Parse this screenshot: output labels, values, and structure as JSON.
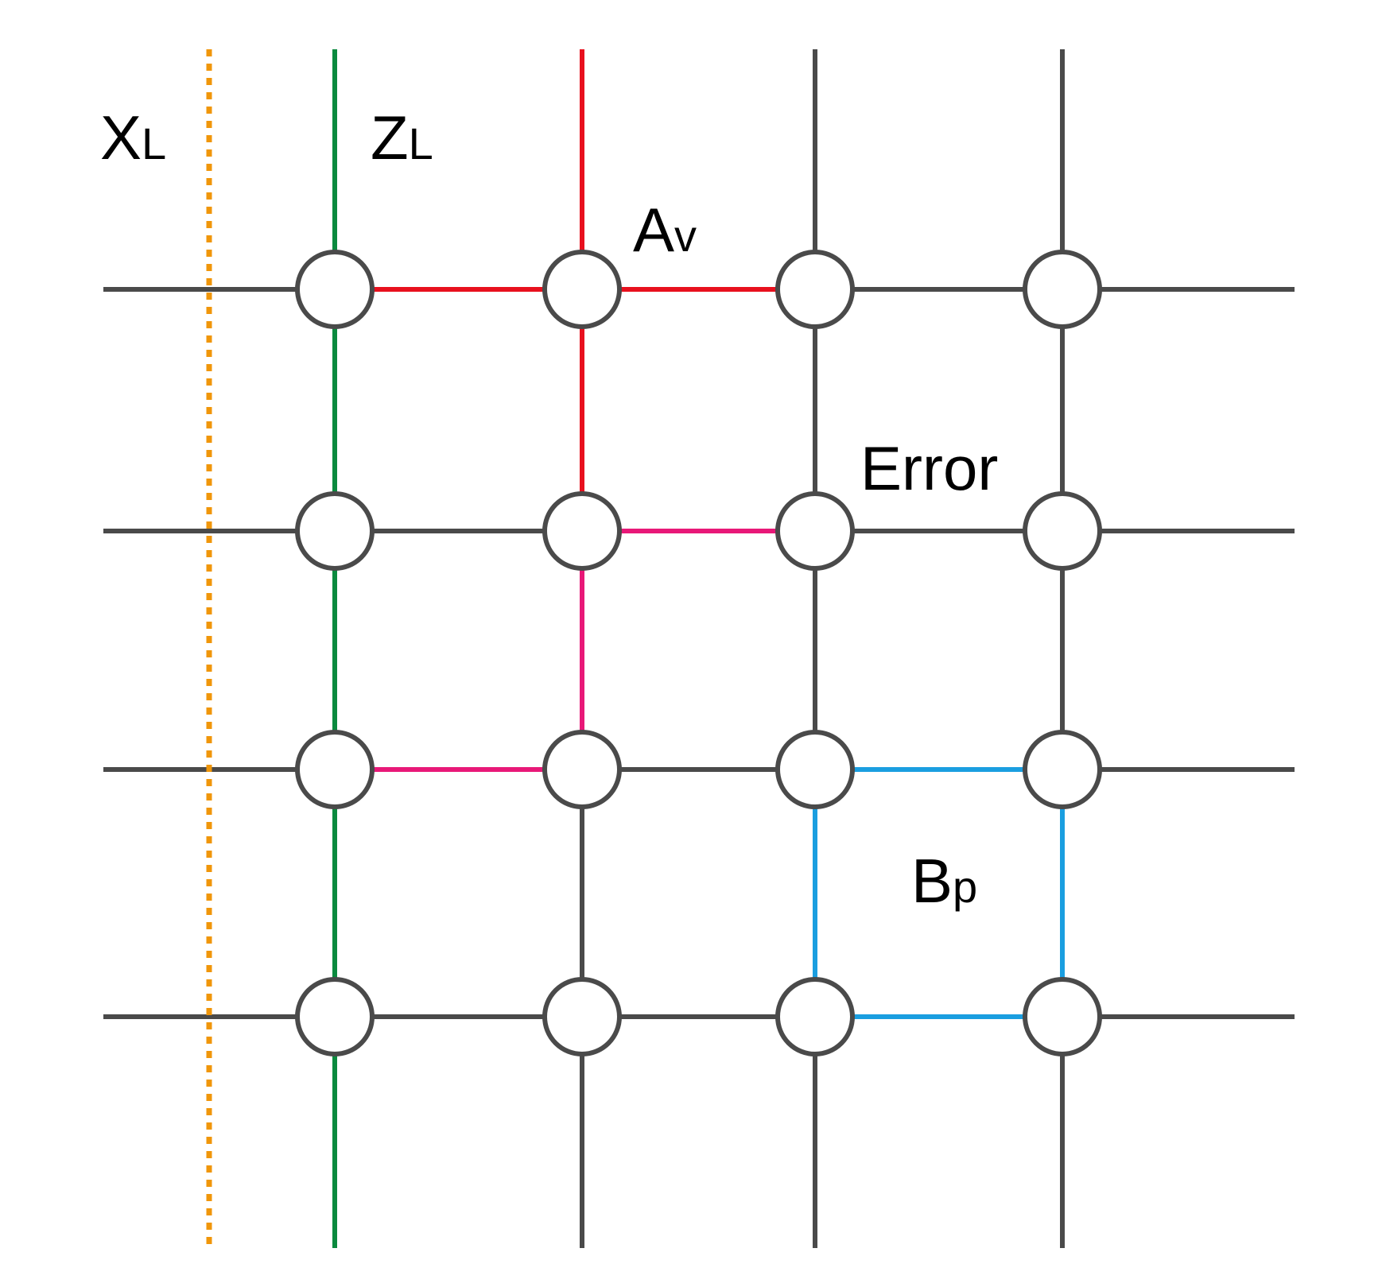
{
  "colors": {
    "background": "#ffffff",
    "lattice": "#4a4a4a",
    "logical_x": "#f0960a",
    "logical_z": "#0a8a3e",
    "vertex_operator": "#e8101e",
    "error_chain": "#e81878",
    "plaquette_operator": "#1a9ee0",
    "qubit_fill": "#ffffff"
  },
  "labels": {
    "xl_main": "X",
    "xl_sub": "L",
    "zl_main": "Z",
    "zl_sub": "L",
    "av_main": "A",
    "av_sub": "v",
    "error": "Error",
    "bp_main": "B",
    "bp_sub": "p"
  },
  "diagram": {
    "rows": 4,
    "cols": 4,
    "logical_x_line": "dotted",
    "highlighted_edges": [
      {
        "group": "logical_z",
        "kind": "column",
        "col": 0
      },
      {
        "group": "vertex_operator",
        "kind": "v",
        "col": 1,
        "from_row": -1,
        "to_row": 0
      },
      {
        "group": "vertex_operator",
        "kind": "v",
        "col": 1,
        "from_row": 0,
        "to_row": 1
      },
      {
        "group": "vertex_operator",
        "kind": "h",
        "row": 0,
        "from_col": 0,
        "to_col": 1
      },
      {
        "group": "vertex_operator",
        "kind": "h",
        "row": 0,
        "from_col": 1,
        "to_col": 2
      },
      {
        "group": "error_chain",
        "kind": "h",
        "row": 1,
        "from_col": 1,
        "to_col": 2
      },
      {
        "group": "error_chain",
        "kind": "v",
        "col": 1,
        "from_row": 1,
        "to_row": 2
      },
      {
        "group": "error_chain",
        "kind": "h",
        "row": 2,
        "from_col": 0,
        "to_col": 1
      },
      {
        "group": "plaquette_operator",
        "kind": "h",
        "row": 2,
        "from_col": 2,
        "to_col": 3
      },
      {
        "group": "plaquette_operator",
        "kind": "h",
        "row": 3,
        "from_col": 2,
        "to_col": 3
      },
      {
        "group": "plaquette_operator",
        "kind": "v",
        "col": 2,
        "from_row": 2,
        "to_row": 3
      },
      {
        "group": "plaquette_operator",
        "kind": "v",
        "col": 3,
        "from_row": 2,
        "to_row": 3
      }
    ]
  }
}
